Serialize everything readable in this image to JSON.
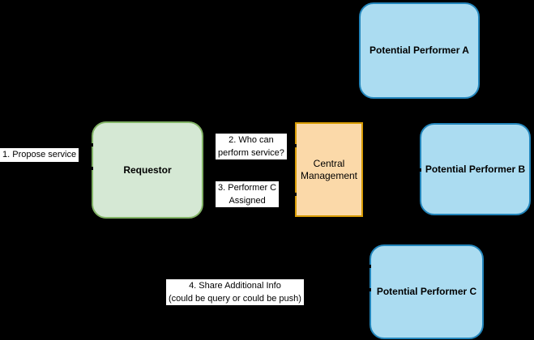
{
  "canvas": {
    "background_color": "#000000"
  },
  "nodes": {
    "requestor": {
      "label": "Requestor",
      "fill": "#d5e8d4",
      "stroke": "#82b366"
    },
    "central_management": {
      "label": "Central Management",
      "fill": "#fbd9a9",
      "stroke": "#d79b00"
    },
    "performer_a": {
      "label": "Potential Performer A",
      "fill": "#abdcf1",
      "stroke": "#2285bb"
    },
    "performer_b": {
      "label": "Potential Performer B",
      "fill": "#abdcf1",
      "stroke": "#2285bb"
    },
    "performer_c": {
      "label": "Potential Performer C",
      "fill": "#abdcf1",
      "stroke": "#2285bb"
    }
  },
  "flow_labels": {
    "step1": {
      "text": "1. Propose service"
    },
    "step2": {
      "line1": "2. Who can",
      "line2": "perform service?"
    },
    "step3": {
      "line1": "3. Performer C",
      "line2": "Assigned"
    },
    "step4": {
      "line1": "4. Share Additional Info",
      "line2": "(could be query or could be push)"
    }
  }
}
